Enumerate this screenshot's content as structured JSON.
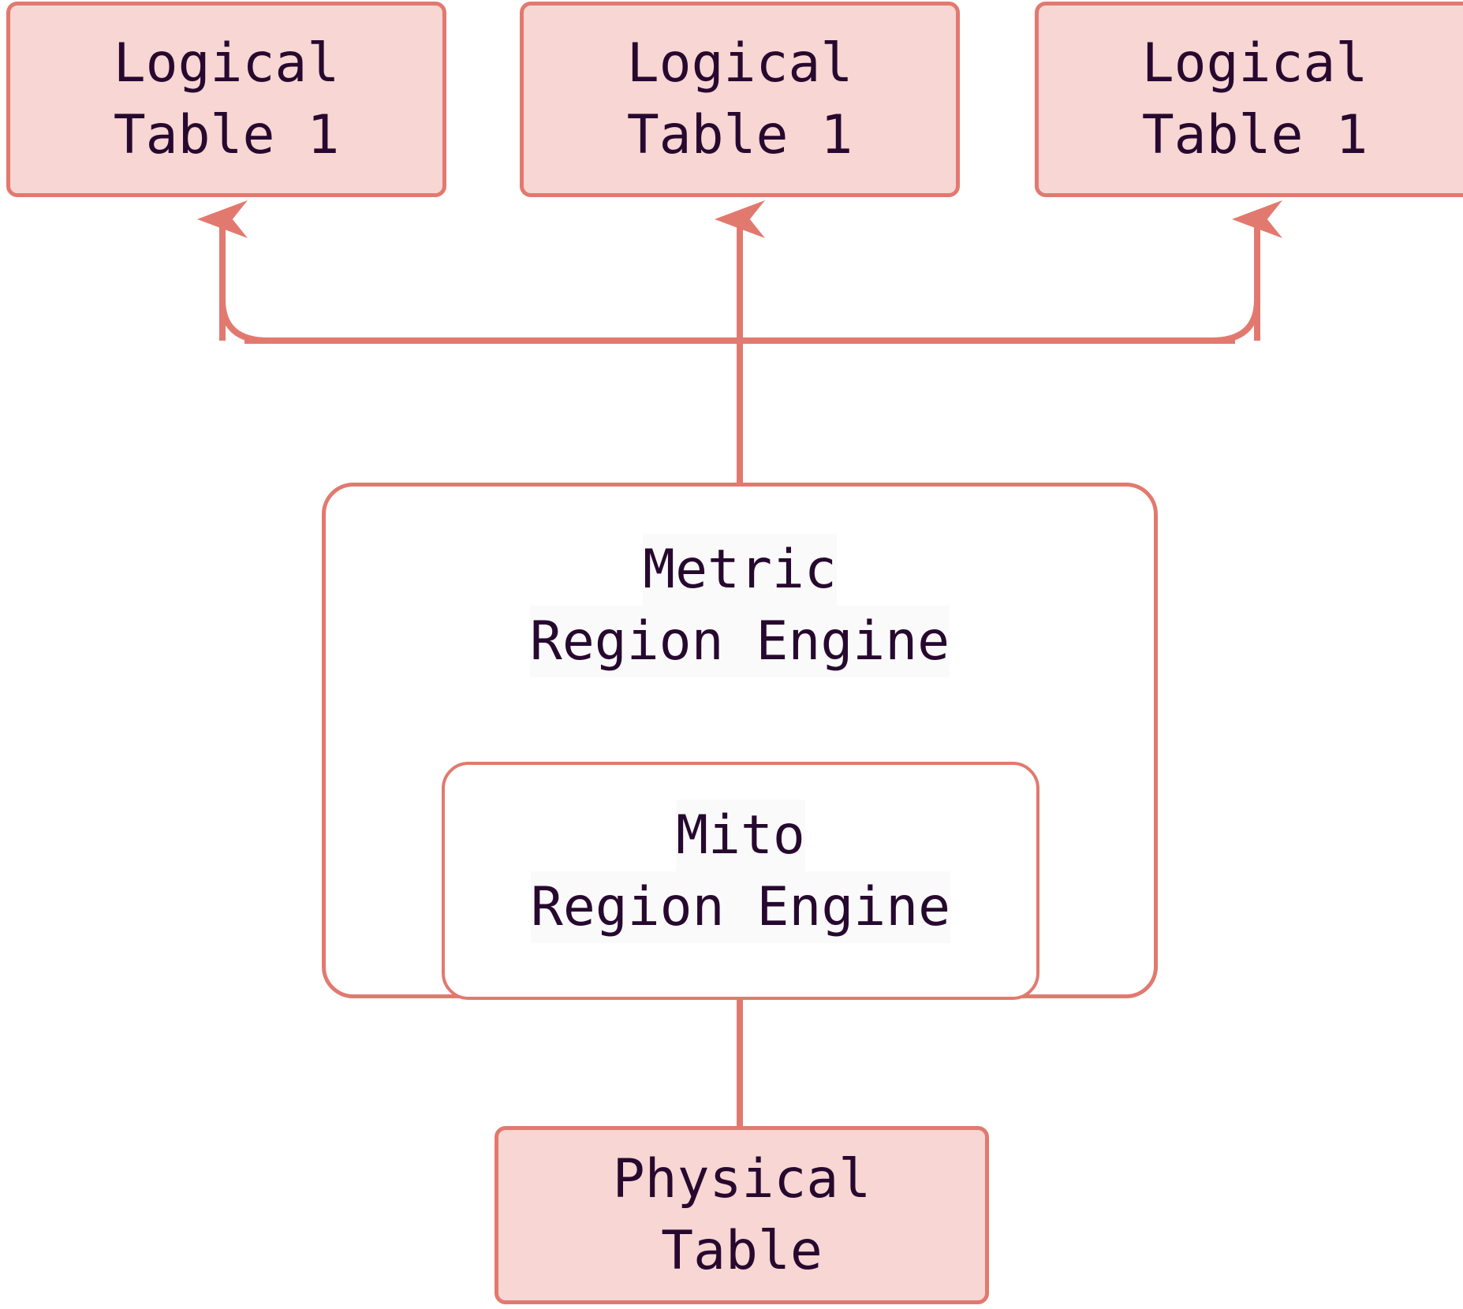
{
  "diagram": {
    "type": "flow-architecture",
    "background_color": "#ffffff",
    "accent_color": "#e2796f",
    "node_fill_color": "#f7d6d3",
    "text_color": "#27082f",
    "nodes": {
      "logical_table_1": {
        "line1": "Logical",
        "line2": "Table 1"
      },
      "logical_table_2": {
        "line1": "Logical",
        "line2": "Table 1"
      },
      "logical_table_3": {
        "line1": "Logical",
        "line2": "Table 1"
      },
      "metric_region_engine": {
        "line1": "Metric",
        "line2": "Region Engine"
      },
      "mito_region_engine": {
        "line1": "Mito",
        "line2": "Region Engine"
      },
      "physical_table": {
        "line1": "Physical",
        "line2": "Table"
      }
    },
    "edges": [
      {
        "from": "metric_region_engine",
        "to": "logical_table_1",
        "style": "elbow-arrow"
      },
      {
        "from": "metric_region_engine",
        "to": "logical_table_2",
        "style": "straight-arrow"
      },
      {
        "from": "metric_region_engine",
        "to": "logical_table_3",
        "style": "elbow-arrow"
      },
      {
        "from": "physical_table",
        "to": "mito_region_engine",
        "style": "straight-arrow"
      }
    ]
  }
}
